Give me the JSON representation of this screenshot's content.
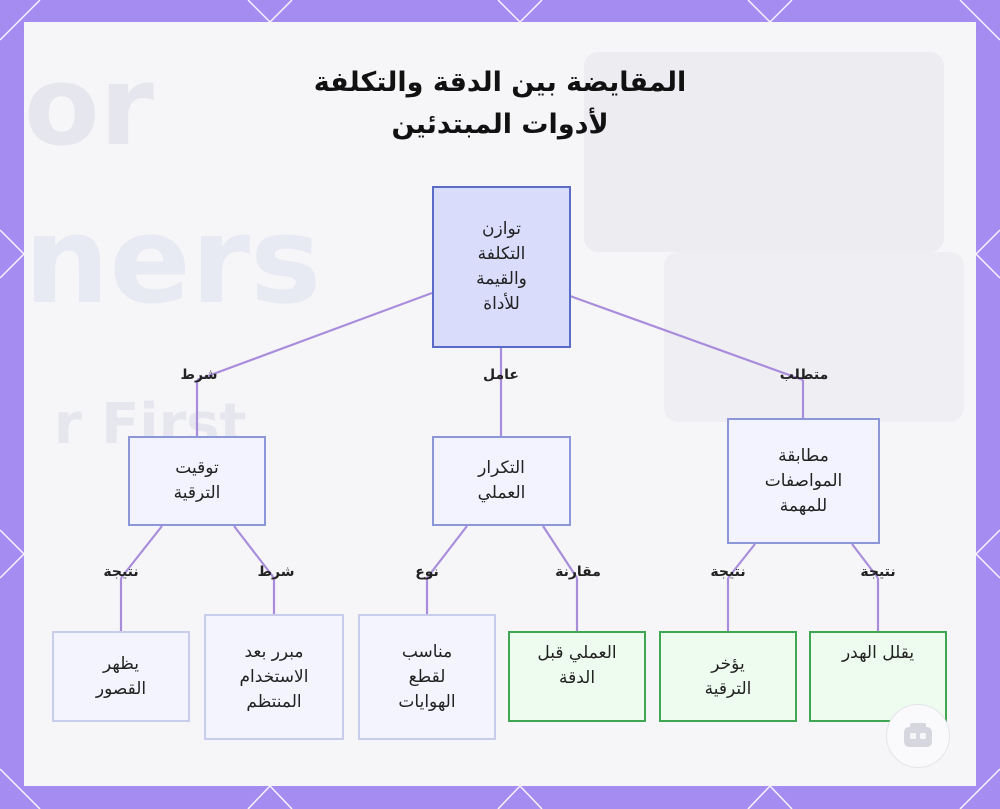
{
  "title": {
    "line1": "المقايضة بين الدقة والتكلفة",
    "line2": "لأدوات المبتدئين"
  },
  "nodes": {
    "root": {
      "lines": [
        "توازن",
        "التكلفة",
        "والقيمة",
        "للأداة"
      ]
    },
    "spec": {
      "lines": [
        "مطابقة",
        "المواصفات",
        "للمهمة"
      ]
    },
    "repeat": {
      "lines": [
        "التكرار",
        "العملي"
      ]
    },
    "timing": {
      "lines": [
        "توقيت",
        "الترقية"
      ]
    },
    "reduce_waste": {
      "lines": [
        "يقلل الهدر"
      ]
    },
    "delay_upgrade": {
      "lines": [
        "يؤخر",
        "الترقية"
      ]
    },
    "practical_first": {
      "lines": [
        "العملي قبل",
        "الدقة"
      ]
    },
    "hobby_cuts": {
      "lines": [
        "مناسب",
        "لقطع",
        "الهوايات"
      ]
    },
    "regular_use": {
      "lines": [
        "مبرر بعد",
        "الاستخدام",
        "المنتظم"
      ]
    },
    "shows_limits": {
      "lines": [
        "يظهر",
        "القصور"
      ]
    }
  },
  "edges": {
    "requirement": "متطلب",
    "factor": "عامل",
    "condition": "شرط",
    "result_1": "نتيجة",
    "result_2": "نتيجة",
    "comparison": "مقارنة",
    "type": "نوع",
    "condition_2": "شرط",
    "result_3": "نتيجة"
  },
  "colors": {
    "frame": "#a58cf0",
    "edge": "#a98ddc",
    "root_fill": "#dadcfc",
    "green_border": "#3fa651"
  }
}
